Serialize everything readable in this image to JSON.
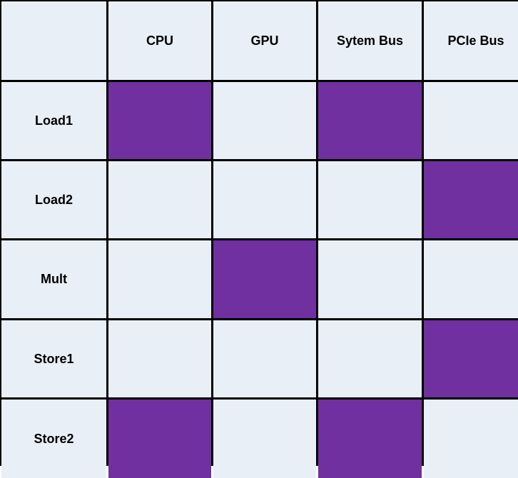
{
  "colors": {
    "cell_background": "#e9eff7",
    "highlight": "#7030a0",
    "grid_lines": "#000000"
  },
  "columns": [
    "CPU",
    "GPU",
    "Sytem Bus",
    "PCIe Bus"
  ],
  "rows": [
    {
      "label": "Load1",
      "cells": [
        true,
        false,
        true,
        false
      ]
    },
    {
      "label": "Load2",
      "cells": [
        false,
        false,
        false,
        true
      ]
    },
    {
      "label": "Mult",
      "cells": [
        false,
        true,
        false,
        false
      ]
    },
    {
      "label": "Store1",
      "cells": [
        false,
        false,
        false,
        true
      ]
    },
    {
      "label": "Store2",
      "cells": [
        true,
        false,
        true,
        false
      ]
    }
  ]
}
